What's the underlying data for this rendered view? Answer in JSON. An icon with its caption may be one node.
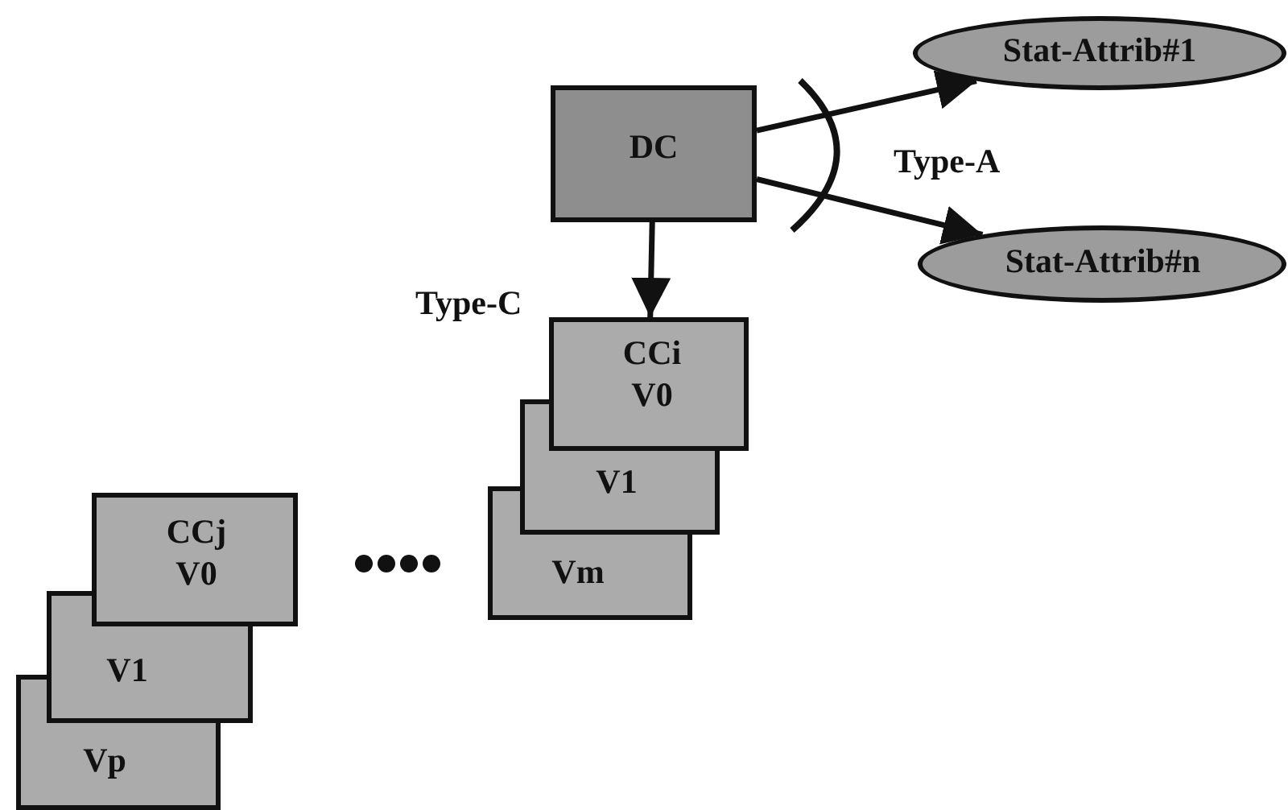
{
  "diagram": {
    "nodes": [
      {
        "text": [
          "DC"
        ]
      },
      {
        "text": [
          "Stat-Attrib#1"
        ]
      },
      {
        "text": [
          "Stat-Attrib#n"
        ]
      },
      {
        "text": [
          "CCi",
          "V0"
        ]
      },
      {
        "text": [
          "V1"
        ]
      },
      {
        "text": [
          "Vm"
        ]
      },
      {
        "text": [
          "CCj",
          "V0"
        ]
      },
      {
        "text": [
          "V1"
        ]
      },
      {
        "text": [
          "Vp"
        ]
      }
    ],
    "edges": [
      {
        "from": 0,
        "to": 1,
        "arrow": "to"
      },
      {
        "from": 0,
        "to": 2,
        "arrow": "to"
      },
      {
        "from": 0,
        "to": 3,
        "arrow": "to",
        "label": "Type-C"
      }
    ],
    "labels": [
      "Type-A"
    ]
  }
}
